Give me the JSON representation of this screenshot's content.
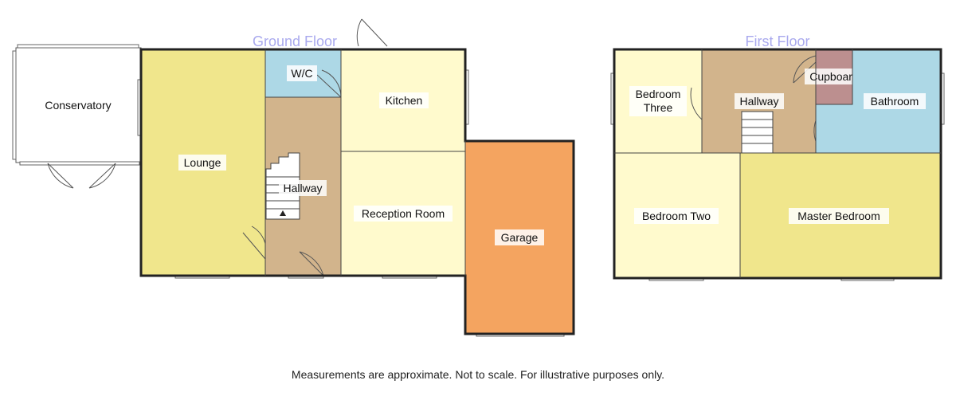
{
  "floors": {
    "ground": {
      "title": "Ground Floor",
      "rooms": {
        "conservatory": "Conservatory",
        "lounge": "Lounge",
        "wc": "W/C",
        "hallway": "Hallway",
        "kitchen": "Kitchen",
        "reception": "Reception Room",
        "garage": "Garage"
      }
    },
    "first": {
      "title": "First Floor",
      "rooms": {
        "bedroom_three_line1": "Bedroom",
        "bedroom_three_line2": "Three",
        "hallway": "Hallway",
        "cupboard": "Cupboard",
        "bathroom": "Bathroom",
        "bedroom_two": "Bedroom Two",
        "master_bedroom": "Master Bedroom"
      }
    }
  },
  "colors": {
    "conservatory": "#ffffff",
    "lounge": "#f0e68c",
    "wc": "#add8e6",
    "hallway": "#d2b48c",
    "kitchen": "#fffacd",
    "reception": "#fffacd",
    "garage": "#f4a460",
    "bedroom": "#fffacd",
    "master_bedroom": "#f0e68c",
    "bathroom": "#add8e6",
    "cupboard": "#bc8f8f"
  },
  "disclaimer": "Measurements are approximate. Not to scale. For illustrative purposes only."
}
